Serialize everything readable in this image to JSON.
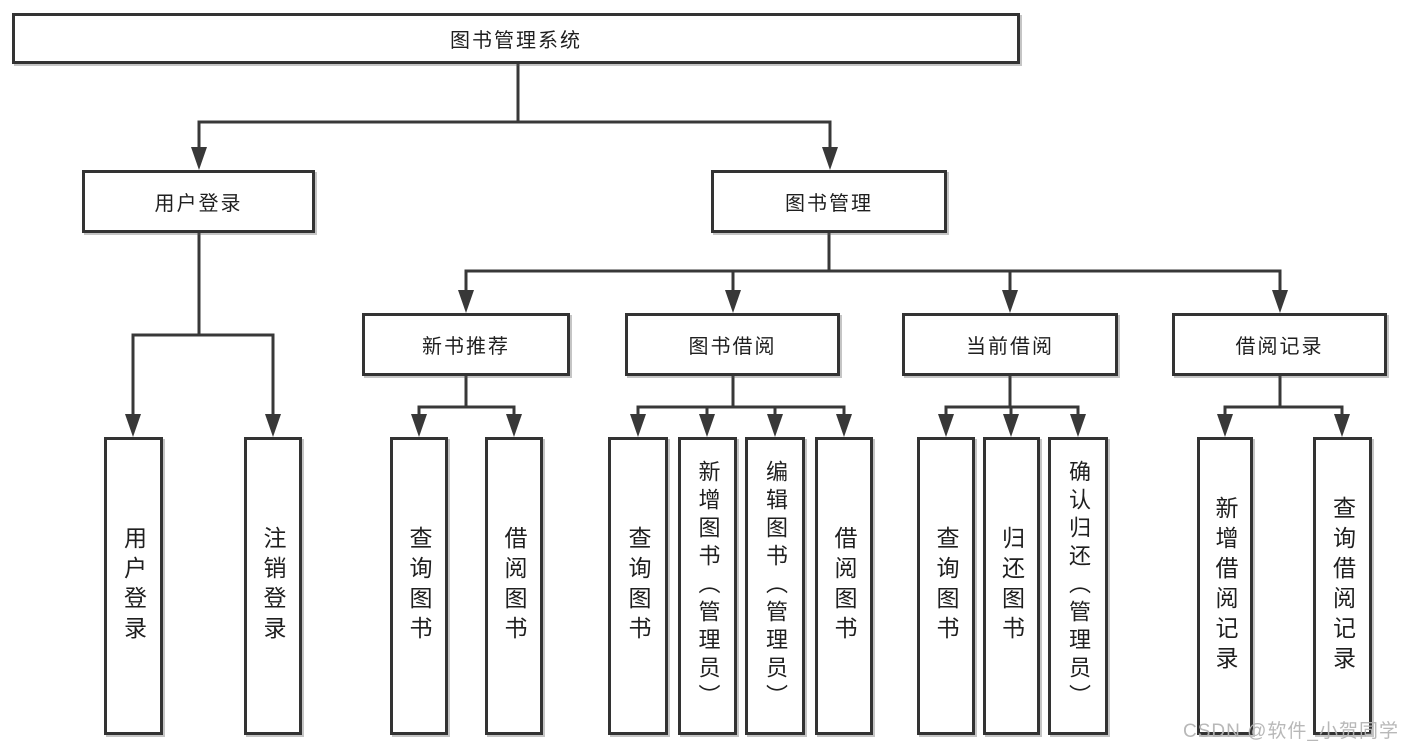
{
  "colors": {
    "line": "#383838",
    "box_border": "#333333",
    "box_fill": "#ffffff",
    "text": "#1f1f1f",
    "watermark": "#b5b5b5",
    "background": "#ffffff"
  },
  "tree": {
    "root": {
      "label": "图书管理系统"
    },
    "branches": [
      {
        "label": "用户登录",
        "children": [
          {
            "label": "用户登录"
          },
          {
            "label": "注销登录"
          }
        ]
      },
      {
        "label": "图书管理",
        "children": [
          {
            "label": "新书推荐",
            "children": [
              {
                "label": "查询图书"
              },
              {
                "label": "借阅图书"
              }
            ]
          },
          {
            "label": "图书借阅",
            "children": [
              {
                "label": "查询图书"
              },
              {
                "label": "新增图书（管理员）"
              },
              {
                "label": "编辑图书（管理员）"
              },
              {
                "label": "借阅图书"
              }
            ]
          },
          {
            "label": "当前借阅",
            "children": [
              {
                "label": "查询图书"
              },
              {
                "label": "归还图书"
              },
              {
                "label": "确认归还（管理员）"
              }
            ]
          },
          {
            "label": "借阅记录",
            "children": [
              {
                "label": "新增借阅记录"
              },
              {
                "label": "查询借阅记录"
              }
            ]
          }
        ]
      }
    ]
  },
  "watermark": {
    "text": "CSDN @软件_小贺同学"
  }
}
